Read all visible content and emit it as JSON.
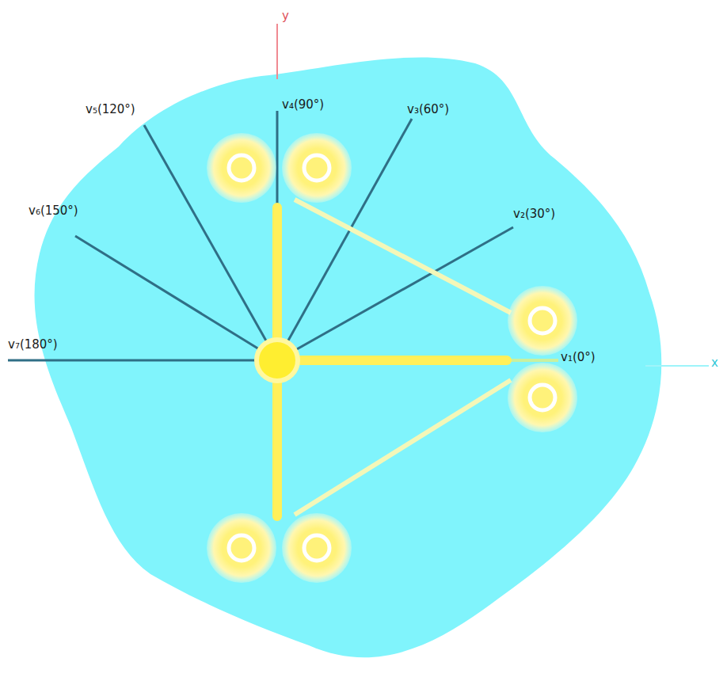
{
  "diagram": {
    "labels": [
      "y",
      "x",
      "v₁(0°)",
      "v₂(30°)",
      "v₃(60°)",
      "v₄(90°)",
      "v₅(120°)",
      "v₆(150°)",
      "v₇(180°)"
    ]
  }
}
